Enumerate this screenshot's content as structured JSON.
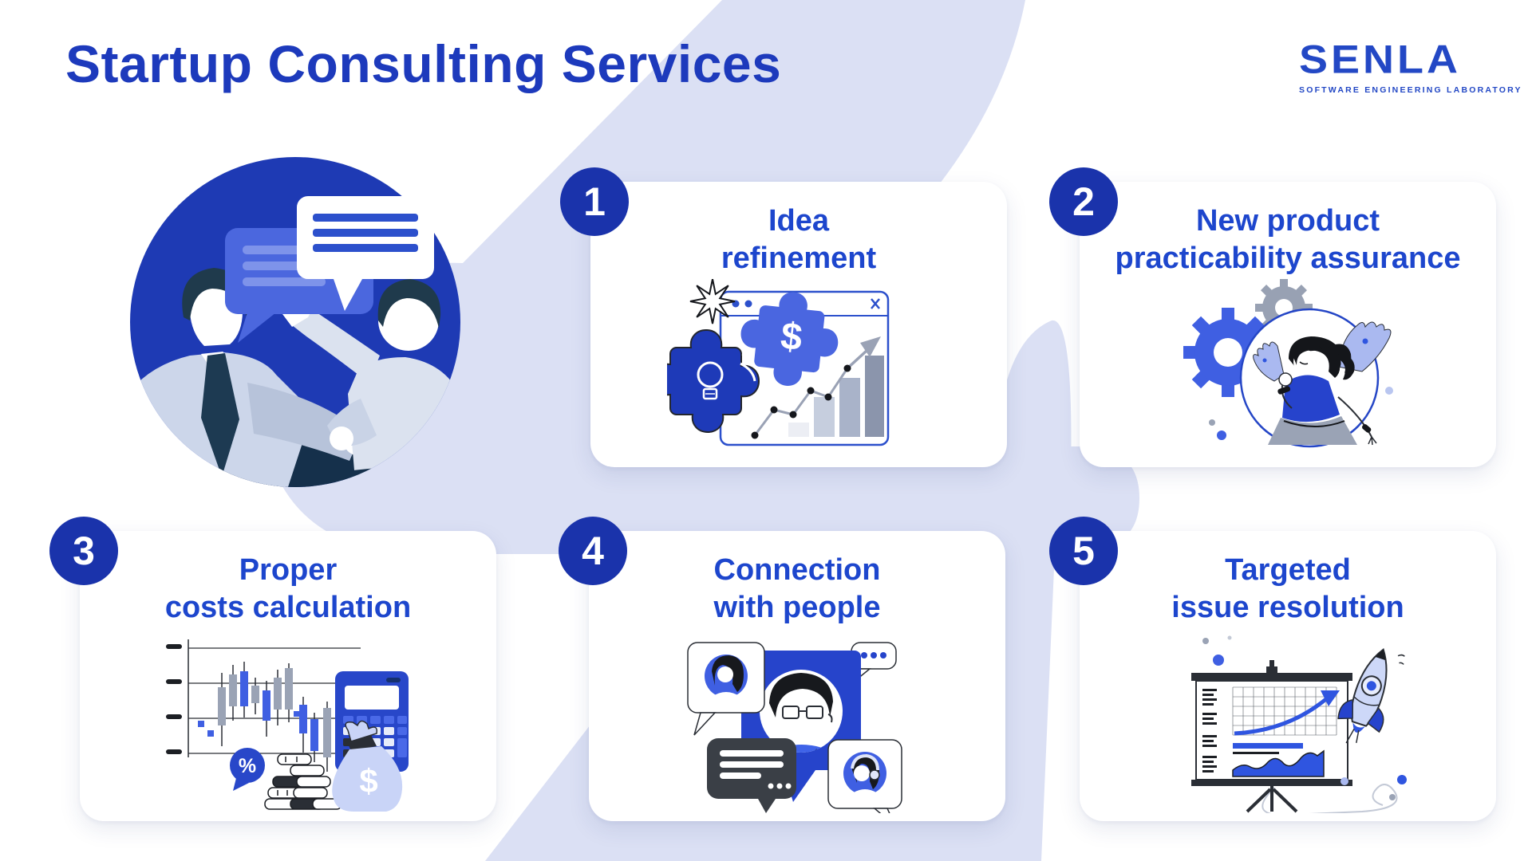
{
  "header": {
    "title": "Startup Consulting Services"
  },
  "logo": {
    "wordmark": "SENLA",
    "tagline": "SOFTWARE ENGINEERING LABORATORY"
  },
  "hero": {
    "icon": "handshake-conversation-illustration"
  },
  "cards": [
    {
      "number": "1",
      "title_line1": "Idea",
      "title_line2": "refinement",
      "icon": "puzzle-growth-chart-icon"
    },
    {
      "number": "2",
      "title_line1": "New product",
      "title_line2": "practicability assurance",
      "icon": "gears-winged-woman-icon"
    },
    {
      "number": "3",
      "title_line1": "Proper",
      "title_line2": "costs calculation",
      "icon": "candlestick-calculator-money-icon"
    },
    {
      "number": "4",
      "title_line1": "Connection",
      "title_line2": "with people",
      "icon": "chat-avatars-icon"
    },
    {
      "number": "5",
      "title_line1": "Targeted",
      "title_line2": "issue resolution",
      "icon": "flipchart-rocket-icon"
    }
  ],
  "colors": {
    "title_blue": "#1d3abc",
    "card_title_blue": "#1d46cd",
    "badge_blue": "#1a33ab",
    "hero_circle_blue": "#1e3ab4",
    "illustration_blue": "#2f55e0",
    "lavender_background": "#dbe0f4",
    "periwinkle_light": "#c9d4f7",
    "dark_slate": "#2a2e35",
    "gray": "#9aa3b5"
  }
}
